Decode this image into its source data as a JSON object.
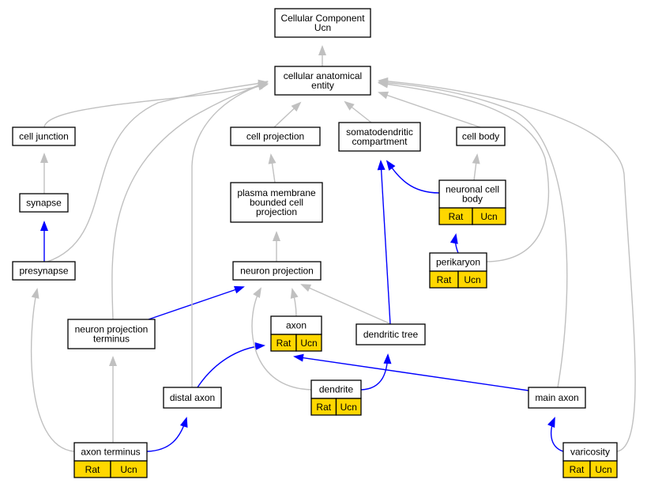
{
  "nodes": {
    "cellular_component": {
      "lines": [
        "Cellular Component",
        "Ucn"
      ]
    },
    "cellular_anatomical_entity": {
      "lines": [
        "cellular anatomical",
        "entity"
      ]
    },
    "cell_junction": {
      "lines": [
        "cell junction"
      ]
    },
    "cell_projection": {
      "lines": [
        "cell projection"
      ]
    },
    "somatodendritic_compartment": {
      "lines": [
        "somatodendritic",
        "compartment"
      ]
    },
    "cell_body": {
      "lines": [
        "cell body"
      ]
    },
    "synapse": {
      "lines": [
        "synapse"
      ]
    },
    "plasma_membrane_bounded_cell_projection": {
      "lines": [
        "plasma membrane",
        "bounded cell",
        "projection"
      ]
    },
    "neuronal_cell_body": {
      "lines": [
        "neuronal cell",
        "body"
      ],
      "tags": [
        "Rat",
        "Ucn"
      ]
    },
    "presynapse": {
      "lines": [
        "presynapse"
      ]
    },
    "neuron_projection": {
      "lines": [
        "neuron projection"
      ]
    },
    "perikaryon": {
      "lines": [
        "perikaryon"
      ],
      "tags": [
        "Rat",
        "Ucn"
      ]
    },
    "neuron_projection_terminus": {
      "lines": [
        "neuron projection",
        "terminus"
      ]
    },
    "axon": {
      "lines": [
        "axon"
      ],
      "tags": [
        "Rat",
        "Ucn"
      ]
    },
    "dendritic_tree": {
      "lines": [
        "dendritic tree"
      ]
    },
    "distal_axon": {
      "lines": [
        "distal axon"
      ]
    },
    "dendrite": {
      "lines": [
        "dendrite"
      ],
      "tags": [
        "Rat",
        "Ucn"
      ]
    },
    "main_axon": {
      "lines": [
        "main axon"
      ]
    },
    "axon_terminus": {
      "lines": [
        "axon terminus"
      ],
      "tags": [
        "Rat",
        "Ucn"
      ]
    },
    "varicosity": {
      "lines": [
        "varicosity"
      ],
      "tags": [
        "Rat",
        "Ucn"
      ]
    }
  },
  "edges": [
    {
      "from": "cellular_anatomical_entity",
      "to": "cellular_component",
      "type": "is_a"
    },
    {
      "from": "cell_junction",
      "to": "cellular_anatomical_entity",
      "type": "is_a"
    },
    {
      "from": "cell_projection",
      "to": "cellular_anatomical_entity",
      "type": "is_a"
    },
    {
      "from": "somatodendritic_compartment",
      "to": "cellular_anatomical_entity",
      "type": "is_a"
    },
    {
      "from": "cell_body",
      "to": "cellular_anatomical_entity",
      "type": "is_a"
    },
    {
      "from": "synapse",
      "to": "cell_junction",
      "type": "is_a"
    },
    {
      "from": "plasma_membrane_bounded_cell_projection",
      "to": "cell_projection",
      "type": "is_a"
    },
    {
      "from": "neuronal_cell_body",
      "to": "cell_body",
      "type": "is_a"
    },
    {
      "from": "neuronal_cell_body",
      "to": "somatodendritic_compartment",
      "type": "part_of"
    },
    {
      "from": "presynapse",
      "to": "synapse",
      "type": "part_of"
    },
    {
      "from": "presynapse",
      "to": "cellular_anatomical_entity",
      "type": "is_a"
    },
    {
      "from": "neuron_projection",
      "to": "plasma_membrane_bounded_cell_projection",
      "type": "is_a"
    },
    {
      "from": "perikaryon",
      "to": "neuronal_cell_body",
      "type": "part_of"
    },
    {
      "from": "perikaryon",
      "to": "cellular_anatomical_entity",
      "type": "is_a"
    },
    {
      "from": "neuron_projection_terminus",
      "to": "neuron_projection",
      "type": "part_of"
    },
    {
      "from": "neuron_projection_terminus",
      "to": "cellular_anatomical_entity",
      "type": "is_a"
    },
    {
      "from": "axon",
      "to": "neuron_projection",
      "type": "is_a"
    },
    {
      "from": "dendritic_tree",
      "to": "neuron_projection",
      "type": "is_a"
    },
    {
      "from": "dendritic_tree",
      "to": "somatodendritic_compartment",
      "type": "part_of"
    },
    {
      "from": "distal_axon",
      "to": "axon",
      "type": "part_of"
    },
    {
      "from": "distal_axon",
      "to": "cellular_anatomical_entity",
      "type": "is_a"
    },
    {
      "from": "dendrite",
      "to": "neuron_projection",
      "type": "is_a"
    },
    {
      "from": "dendrite",
      "to": "dendritic_tree",
      "type": "part_of"
    },
    {
      "from": "main_axon",
      "to": "axon",
      "type": "part_of"
    },
    {
      "from": "main_axon",
      "to": "cellular_anatomical_entity",
      "type": "is_a"
    },
    {
      "from": "axon_terminus",
      "to": "neuron_projection_terminus",
      "type": "is_a"
    },
    {
      "from": "axon_terminus",
      "to": "presynapse",
      "type": "is_a"
    },
    {
      "from": "axon_terminus",
      "to": "distal_axon",
      "type": "part_of"
    },
    {
      "from": "varicosity",
      "to": "main_axon",
      "type": "part_of"
    },
    {
      "from": "varicosity",
      "to": "cellular_anatomical_entity",
      "type": "is_a"
    }
  ]
}
